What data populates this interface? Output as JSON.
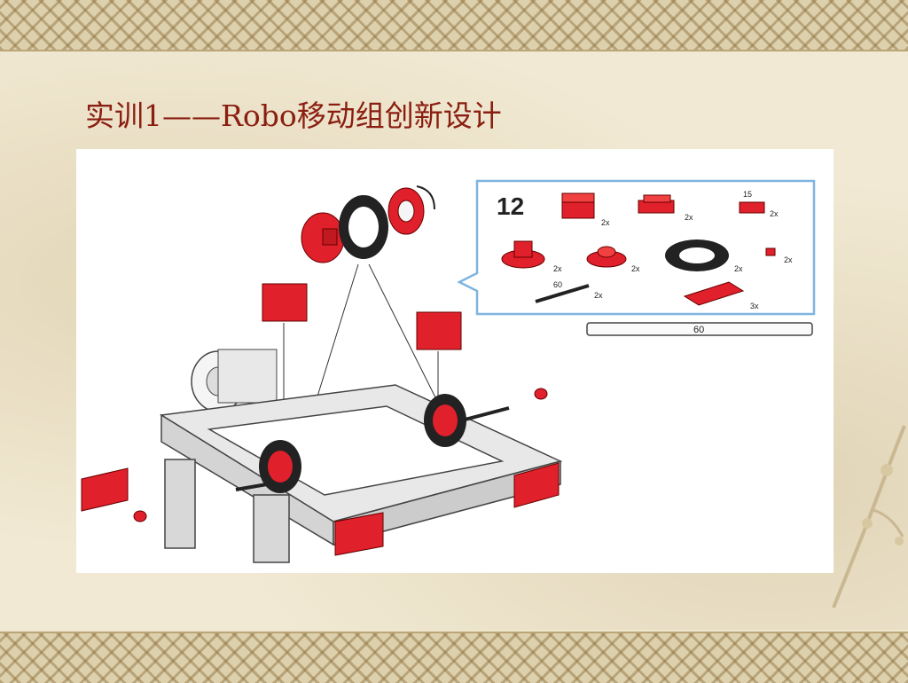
{
  "slide": {
    "title": "实训1——Robo移动组创新设计"
  },
  "figure": {
    "step_number": "12",
    "callout_labels": [
      "2x",
      "2x",
      "2x",
      "2x",
      "2x",
      "2x",
      "2x",
      "2x",
      "3x"
    ],
    "part_15_label": "15",
    "axle_60_label": "60",
    "strut_60_label": "60"
  },
  "colors": {
    "title": "#8a1e10",
    "part_red": "#e0202a",
    "callout_border": "#7fb4e0"
  }
}
